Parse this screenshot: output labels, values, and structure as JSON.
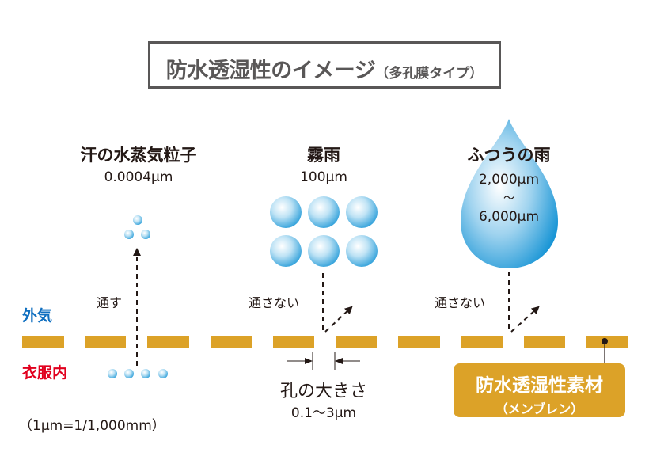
{
  "title": {
    "main": "防水透湿性のイメージ",
    "sub": "（多孔膜タイプ）"
  },
  "colors": {
    "membrane": "#dca228",
    "outside": "#0f6fc0",
    "inside": "#e1001e",
    "particle": "#3aa4dc",
    "title_border": "#595757"
  },
  "columns": [
    {
      "name": "汗の水蒸気粒子",
      "size": "0.0004μm",
      "passage": "通す"
    },
    {
      "name": "霧雨",
      "size": "100μm",
      "passage": "通さない"
    },
    {
      "name": "ふつうの雨",
      "size_from": "2,000μm",
      "size_sep": "～",
      "size_to": "6,000μm",
      "passage": "通さない"
    }
  ],
  "sides": {
    "outside": "外気",
    "inside": "衣服内"
  },
  "pore": {
    "label": "孔の大きさ",
    "size": "0.1～3μm"
  },
  "membrane_label": {
    "main": "防水透湿性素材",
    "sub": "（メンブレン）"
  },
  "footnote": "（1μm=1/1,000mm）"
}
